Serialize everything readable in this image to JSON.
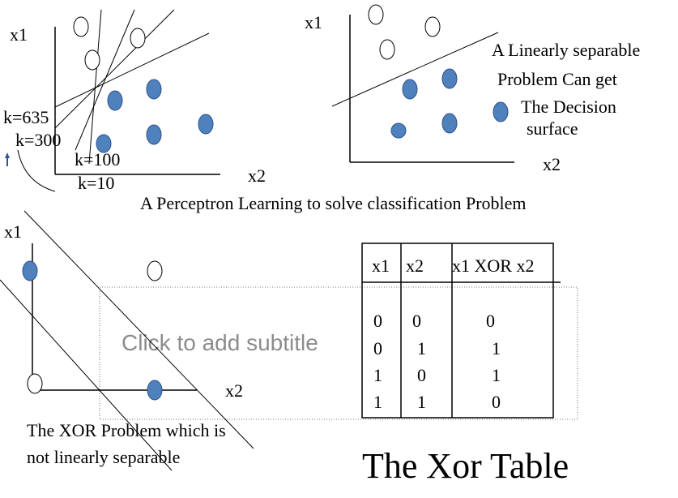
{
  "colors": {
    "point_fill": "#4f81bd",
    "placeholder": "#8c8c8c"
  },
  "diagram1": {
    "axis_y": "x1",
    "axis_x": "x2",
    "labels": [
      "k=635",
      "k=300",
      "k=100",
      "k=10"
    ]
  },
  "diagram2": {
    "axis_y": "x1",
    "axis_x": "x2",
    "caption": [
      "A Linearly separable",
      "Problem Can get",
      "The Decision",
      "surface"
    ]
  },
  "main_title": "A Perceptron Learning  to solve classification Problem",
  "diagram3": {
    "axis_y": "x1",
    "axis_x": "x2",
    "caption": [
      "The XOR Problem which is",
      "not linearly separable"
    ]
  },
  "placeholder": "Click to add subtitle",
  "xor_table": {
    "headers": [
      "x1",
      "x2",
      "x1 XOR x2"
    ],
    "rows": [
      [
        "0",
        "0",
        "0"
      ],
      [
        "0",
        "1",
        "1"
      ],
      [
        "1",
        "0",
        "1"
      ],
      [
        "1",
        "1",
        "0"
      ]
    ]
  },
  "xor_title": "The Xor Table"
}
